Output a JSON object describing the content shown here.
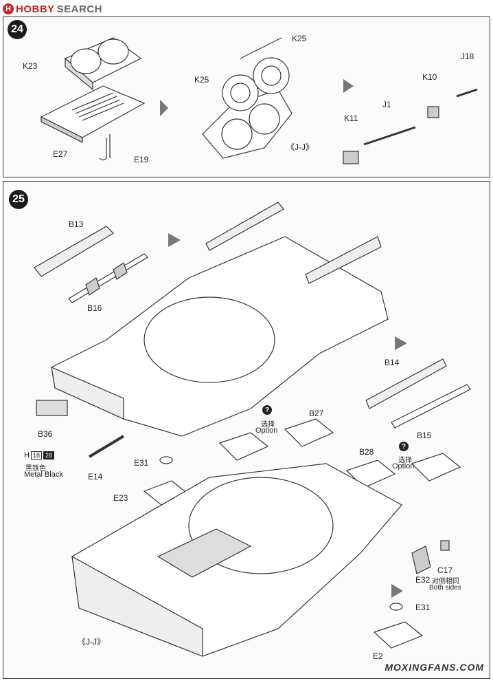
{
  "watermark": {
    "logo": "H",
    "brand_a": "HOBBY",
    "brand_b": "SEARCH"
  },
  "step24": {
    "number": "24",
    "labels": {
      "k23": "K23",
      "e27": "E27",
      "e19": "E19",
      "k25a": "K25",
      "k25b": "K25",
      "jj": "《J-J》",
      "k11": "K11",
      "j1": "J1",
      "k10": "K10",
      "j18": "J18"
    }
  },
  "step25": {
    "number": "25",
    "labels": {
      "b13": "B13",
      "b16": "B16",
      "b14": "B14",
      "b15": "B15",
      "b36": "B36",
      "b27": "B27",
      "b28": "B28",
      "e14": "E14",
      "e31": "E31",
      "e23": "E23",
      "e31b": "E31",
      "e23b": "E2",
      "e32": "E32",
      "c17": "C17",
      "both_cn": "对侧相同",
      "both_en": "Both sides",
      "jj": "《J-J》",
      "opt_cn_1": "选择",
      "opt_en_1": "Option",
      "opt_cn_2": "选择",
      "opt_en_2": "Option",
      "paint_cn": "黑铁色",
      "paint_en": "Metal  Black",
      "paint_h": "H",
      "paint_n1": "18",
      "paint_n2": "28",
      "q": "?"
    }
  },
  "footer_mark": "MOXINGFANS.COM"
}
